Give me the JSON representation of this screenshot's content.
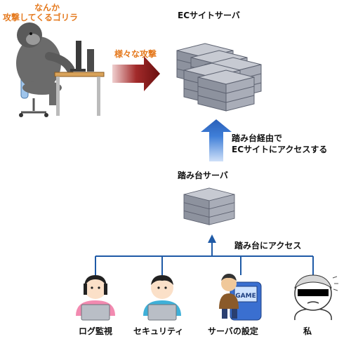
{
  "labels": {
    "gorilla_line1": "なんか",
    "gorilla_line2": "攻撃してくるゴリラ",
    "attack": "様々な攻撃",
    "ec_server": "ECサイトサーバ",
    "via_line1": "踏み台経由で",
    "via_line2": "ECサイトにアクセスする",
    "step_server": "踏み台サーバ",
    "access": "踏み台にアクセス",
    "log_monitor": "ログ監視",
    "security": "セキュリティ",
    "server_setup": "サーバの設定",
    "me": "私"
  },
  "arcade_text": "GAME",
  "colors": {
    "accent_orange": "#e57a1f",
    "tree_blue": "#1f5aa6",
    "arrow_blue": "#2f6fd0",
    "arrow_red": "#8b1a1a",
    "server_gray": "#8d929e"
  }
}
